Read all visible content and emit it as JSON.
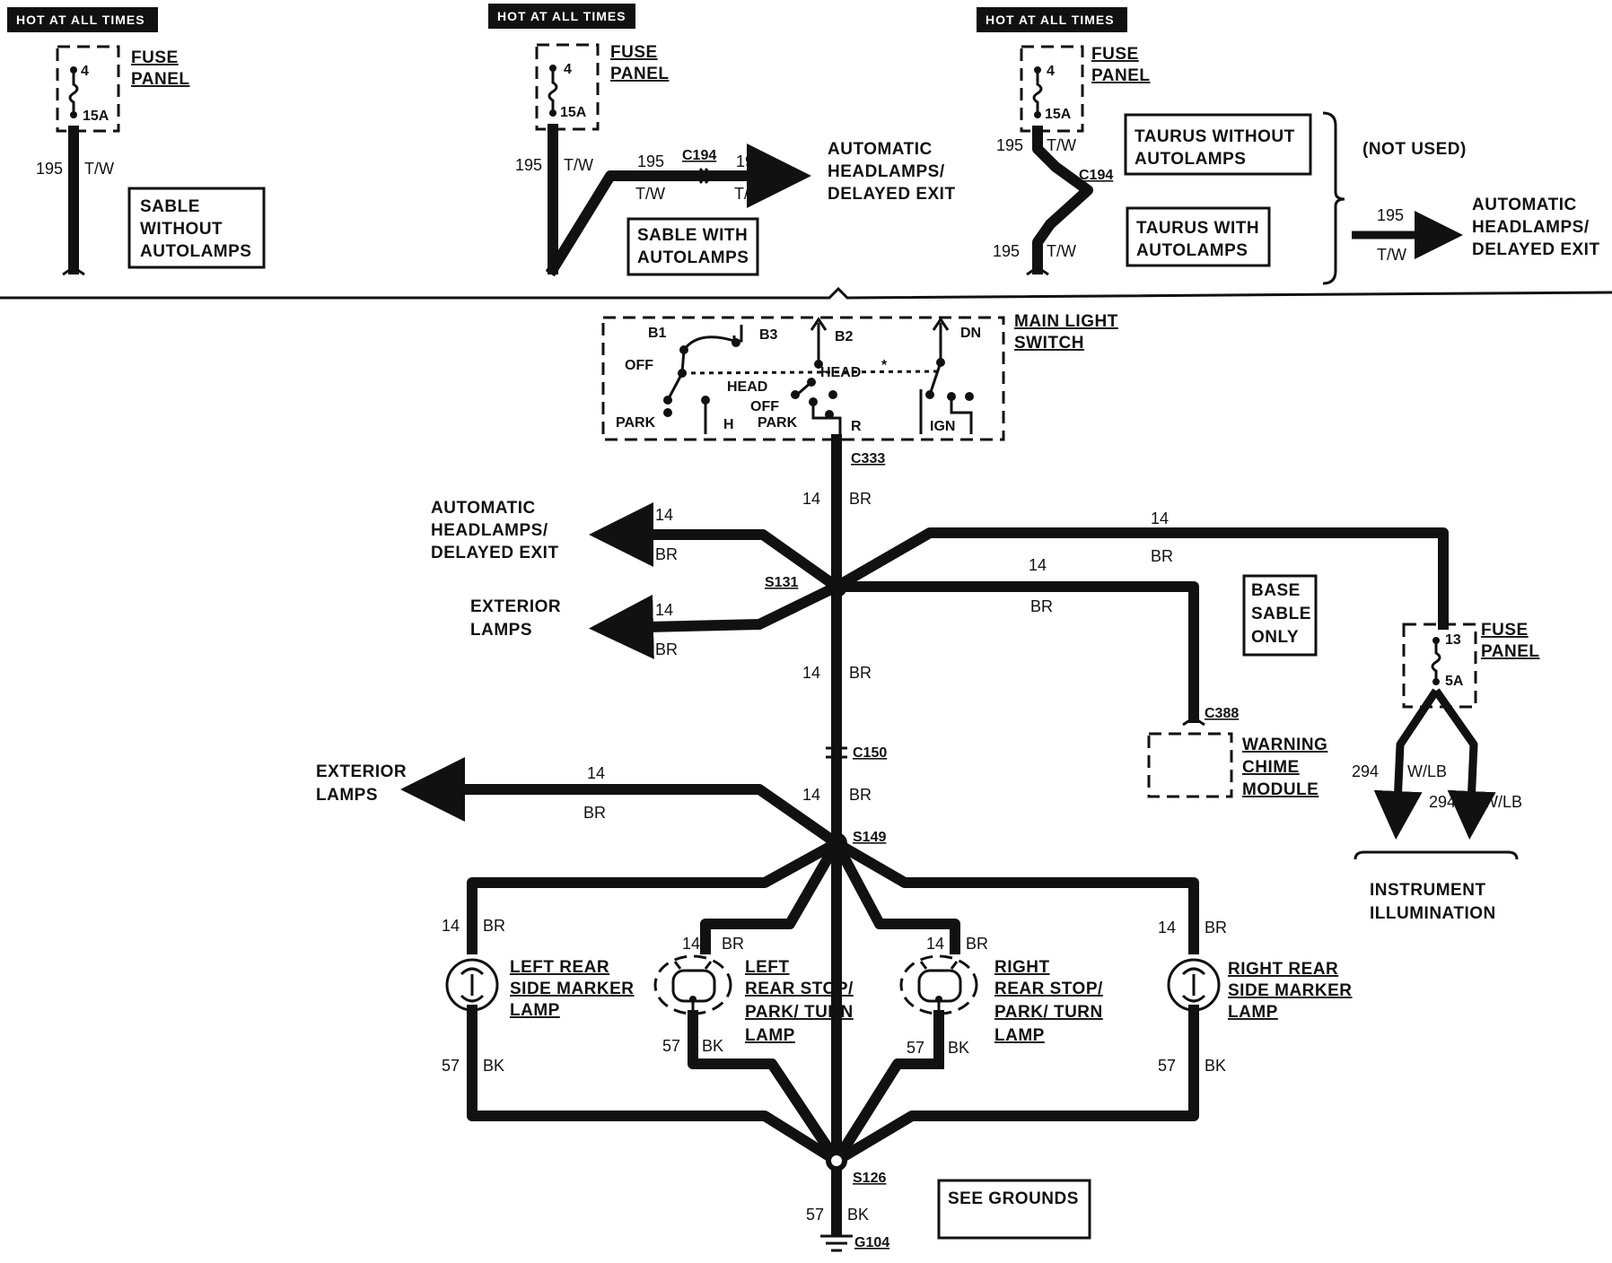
{
  "hot_banner": "HOT AT ALL TIMES",
  "fuse_panel": {
    "line1": "FUSE",
    "line2": "PANEL"
  },
  "fuse_top": {
    "terminal": "4",
    "rating": "15A"
  },
  "fuse_right": {
    "terminal": "13",
    "rating": "5A"
  },
  "variants": {
    "sable_without": [
      "SABLE",
      "WITHOUT",
      "AUTOLAMPS"
    ],
    "sable_with": [
      "SABLE WITH",
      "AUTOLAMPS"
    ],
    "taurus_without": [
      "TAURUS WITHOUT",
      "AUTOLAMPS"
    ],
    "taurus_with": [
      "TAURUS WITH",
      "AUTOLAMPS"
    ],
    "not_used": "(NOT USED)"
  },
  "wire_195": {
    "circuit": "195",
    "color": "T/W"
  },
  "wire_14": {
    "circuit": "14",
    "color": "BR"
  },
  "wire_57": {
    "circuit": "57",
    "color": "BK"
  },
  "wire_294": {
    "circuit": "294",
    "color": "W/LB"
  },
  "connectors": {
    "c194": "C194",
    "c333": "C333",
    "c150": "C150",
    "c388": "C388",
    "s131": "S131",
    "s149": "S149",
    "s126": "S126",
    "g104": "G104"
  },
  "auto_headlamps": [
    "AUTOMATIC",
    "HEADLAMPS/",
    "DELAYED EXIT"
  ],
  "exterior_lamps": [
    "EXTERIOR",
    "LAMPS"
  ],
  "main_light_switch": [
    "MAIN LIGHT",
    "SWITCH"
  ],
  "switch_labels": {
    "b1": "B1",
    "b3": "B3",
    "b2": "B2",
    "dn": "DN",
    "off": "OFF",
    "head": "HEAD",
    "head2": "HEAD",
    "off2": "OFF",
    "park": "PARK",
    "park2": "PARK",
    "h": "H",
    "r": "R",
    "ign": "IGN",
    "star": "*"
  },
  "base_sable": [
    "BASE",
    "SABLE",
    "ONLY"
  ],
  "warning_chime": [
    "WARNING",
    "CHIME",
    "MODULE"
  ],
  "instrument_illumination": [
    "INSTRUMENT",
    "ILLUMINATION"
  ],
  "lamps": {
    "left_side_marker": [
      "LEFT REAR",
      "SIDE MARKER",
      "LAMP"
    ],
    "left_stop": [
      "LEFT",
      "REAR STOP/",
      "PARK/ TURN",
      "LAMP"
    ],
    "right_stop": [
      "RIGHT",
      "REAR STOP/",
      "PARK/ TURN",
      "LAMP"
    ],
    "right_side_marker": [
      "RIGHT REAR",
      "SIDE MARKER",
      "LAMP"
    ]
  },
  "see_grounds": "SEE GROUNDS"
}
